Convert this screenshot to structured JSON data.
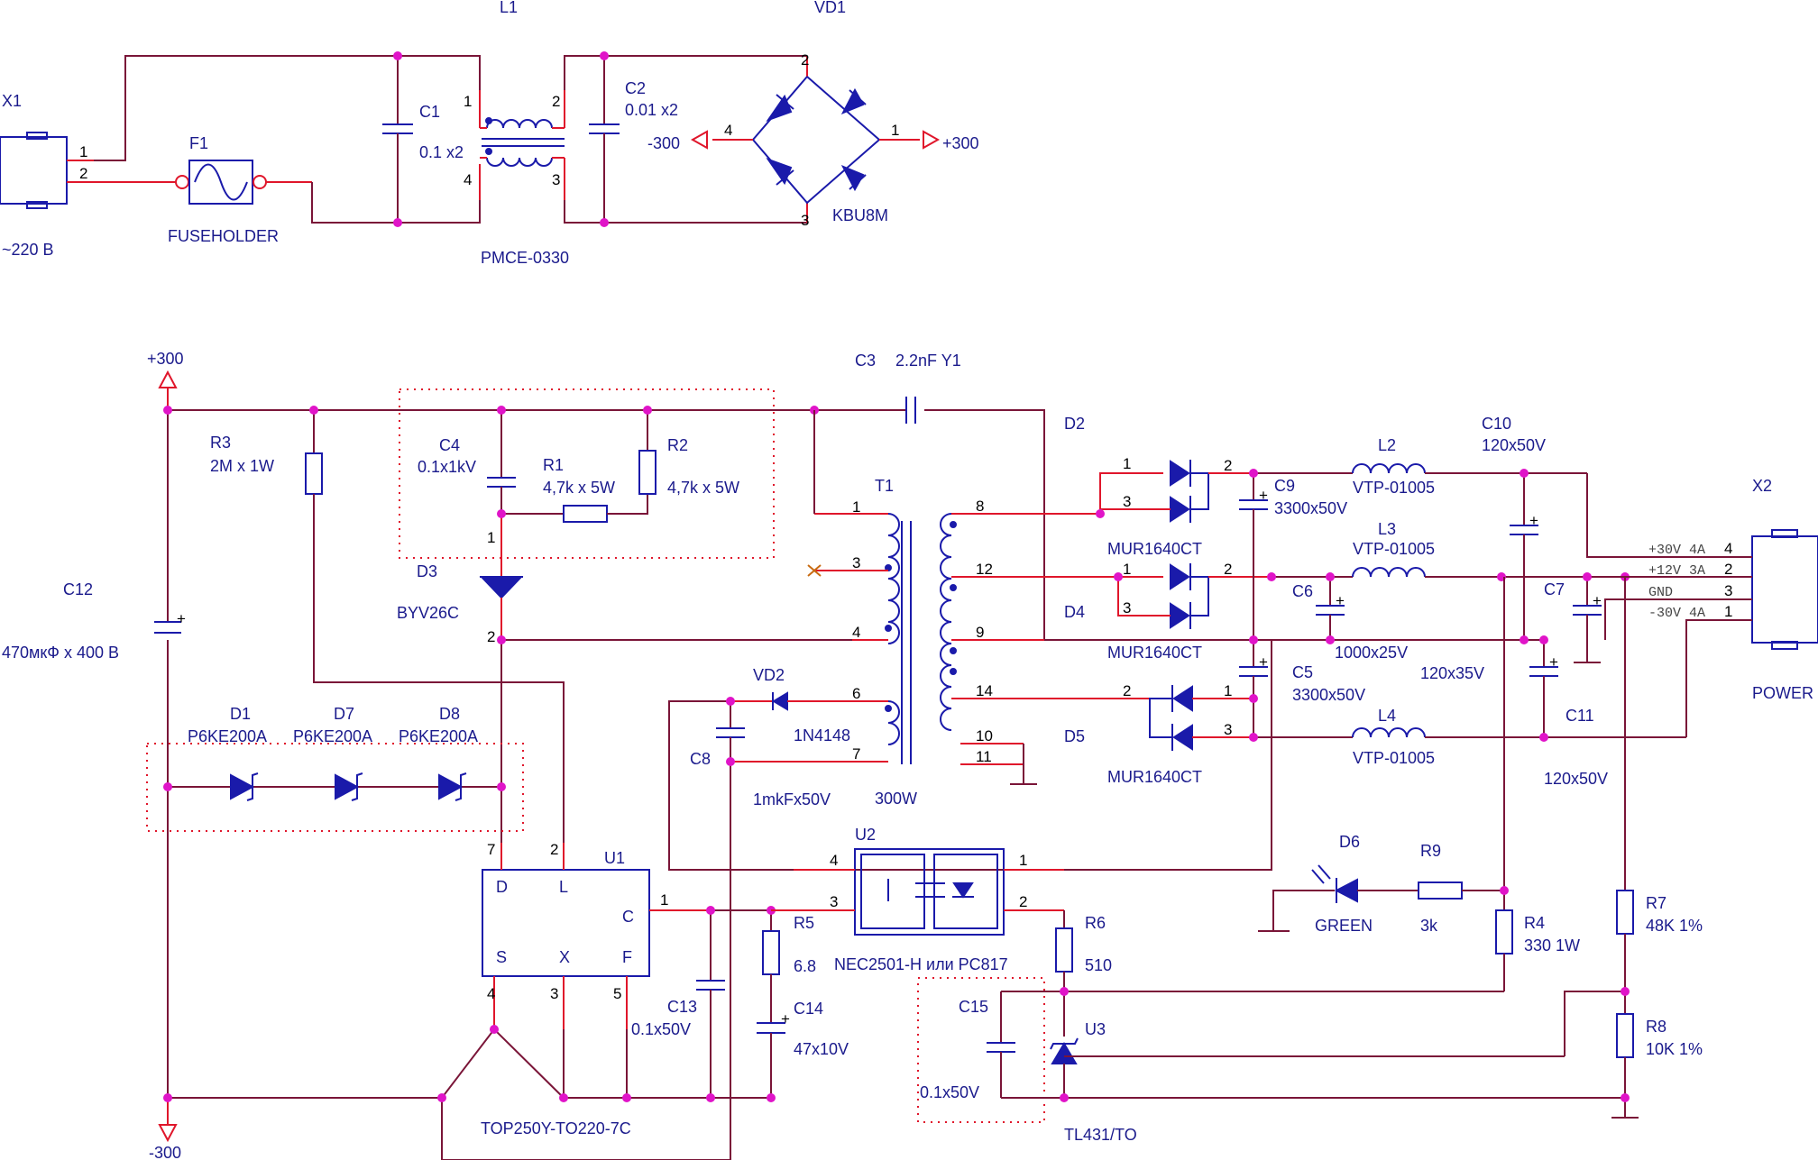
{
  "labels": {
    "x1": "X1",
    "x1_voltage": "~220 В",
    "x1_pin1": "1",
    "x1_pin2": "2",
    "f1": "F1",
    "f1_type": "FUSEHOLDER",
    "l1": "L1",
    "l1_part": "PMCE-0330",
    "l1_p1": "1",
    "l1_p2": "2",
    "l1_p3": "3",
    "l1_p4": "4",
    "c1": "C1",
    "c1_val": "0.1 x2",
    "c2": "C2",
    "c2_val": "0.01 x2",
    "vd1": "VD1",
    "vd1_part": "KBU8M",
    "vd1_p1": "1",
    "vd1_p2": "2",
    "vd1_p3": "3",
    "vd1_p4": "4",
    "minus300_top": "-300",
    "plus300_top": "+300",
    "plus300": "+300",
    "minus300": "-300",
    "c3": "C3",
    "c3_val": "2.2nF Y1",
    "r3": "R3",
    "r3_val": "2M x 1W",
    "c4": "C4",
    "c4_val": "0.1x1kV",
    "r1": "R1",
    "r1_val": "4,7k x 5W",
    "r2": "R2",
    "r2_val": "4,7k x 5W",
    "d3": "D3",
    "d3_part": "BYV26C",
    "d3_p1": "1",
    "d3_p2": "2",
    "c12": "C12",
    "c12_val": "470мкФ x 400 В",
    "d1": "D1",
    "d1_part": "P6KE200A",
    "d7": "D7",
    "d7_part": "P6KE200A",
    "d8": "D8",
    "d8_part": "P6KE200A",
    "t1": "T1",
    "t1_power": "300W",
    "t1_pins": [
      "1",
      "3",
      "4",
      "6",
      "7",
      "8",
      "12",
      "9",
      "14",
      "10",
      "11"
    ],
    "vd2": "VD2",
    "vd2_part": "1N4148",
    "c8": "C8",
    "c8_val": "1mkFx50V",
    "d2": "D2",
    "d2_part": "MUR1640CT",
    "d4": "D4",
    "d4_part": "MUR1640CT",
    "d5": "D5",
    "d5_part": "MUR1640CT",
    "diode_pins": [
      "1",
      "3",
      "2",
      "1",
      "3",
      "2",
      "2",
      "1",
      "3"
    ],
    "c9": "C9",
    "c9_val": "3300x50V",
    "c5": "C5",
    "c5_val": "3300x50V",
    "c6": "C6",
    "c6_val": "1000x25V",
    "c7": "C7",
    "c7_val": "120x35V",
    "c10": "C10",
    "c10_val": "120x50V",
    "c11": "C11",
    "c11_val": "120x50V",
    "l2": "L2",
    "l2_part": "VTP-01005",
    "l3": "L3",
    "l3_part": "VTP-01005",
    "l4": "L4",
    "l4_part": "VTP-01005",
    "x2": "X2",
    "x2_name": "POWER",
    "x2_lines": [
      "+30V 4A",
      "+12V 3A",
      "GND",
      "-30V 4A"
    ],
    "x2_pins": [
      "4",
      "2",
      "3",
      "1"
    ],
    "u1": "U1",
    "u1_part": "TOP250Y-TO220-7C",
    "u1_pins_top": [
      "D",
      "L",
      "C"
    ],
    "u1_pins_bottom": [
      "S",
      "X",
      "F"
    ],
    "u1_pin_nums": [
      "7",
      "2",
      "1",
      "4",
      "3",
      "5"
    ],
    "u2": "U2",
    "u2_part": "NEC2501-H или PC817",
    "u2_pins": [
      "4",
      "3",
      "1",
      "2"
    ],
    "r5": "R5",
    "r5_val": "6.8",
    "c13": "C13",
    "c13_val": "0.1x50V",
    "c14": "C14",
    "c14_val": "47x10V",
    "r6": "R6",
    "r6_val": "510",
    "c15": "C15",
    "c15_val": "0.1x50V",
    "u3": "U3",
    "u3_part": "TL431/TO",
    "d6": "D6",
    "d6_color": "GREEN",
    "r9": "R9",
    "r9_val": "3k",
    "r4": "R4",
    "r4_val": "330 1W",
    "r7": "R7",
    "r7_val": "48K 1%",
    "r8": "R8",
    "r8_val": "10K 1%"
  },
  "colors": {
    "wire": "#7a1538",
    "pin": "#e0162b",
    "component": "#1a1aaa",
    "junction": "#e014c8",
    "text": "#1a1a8c"
  }
}
